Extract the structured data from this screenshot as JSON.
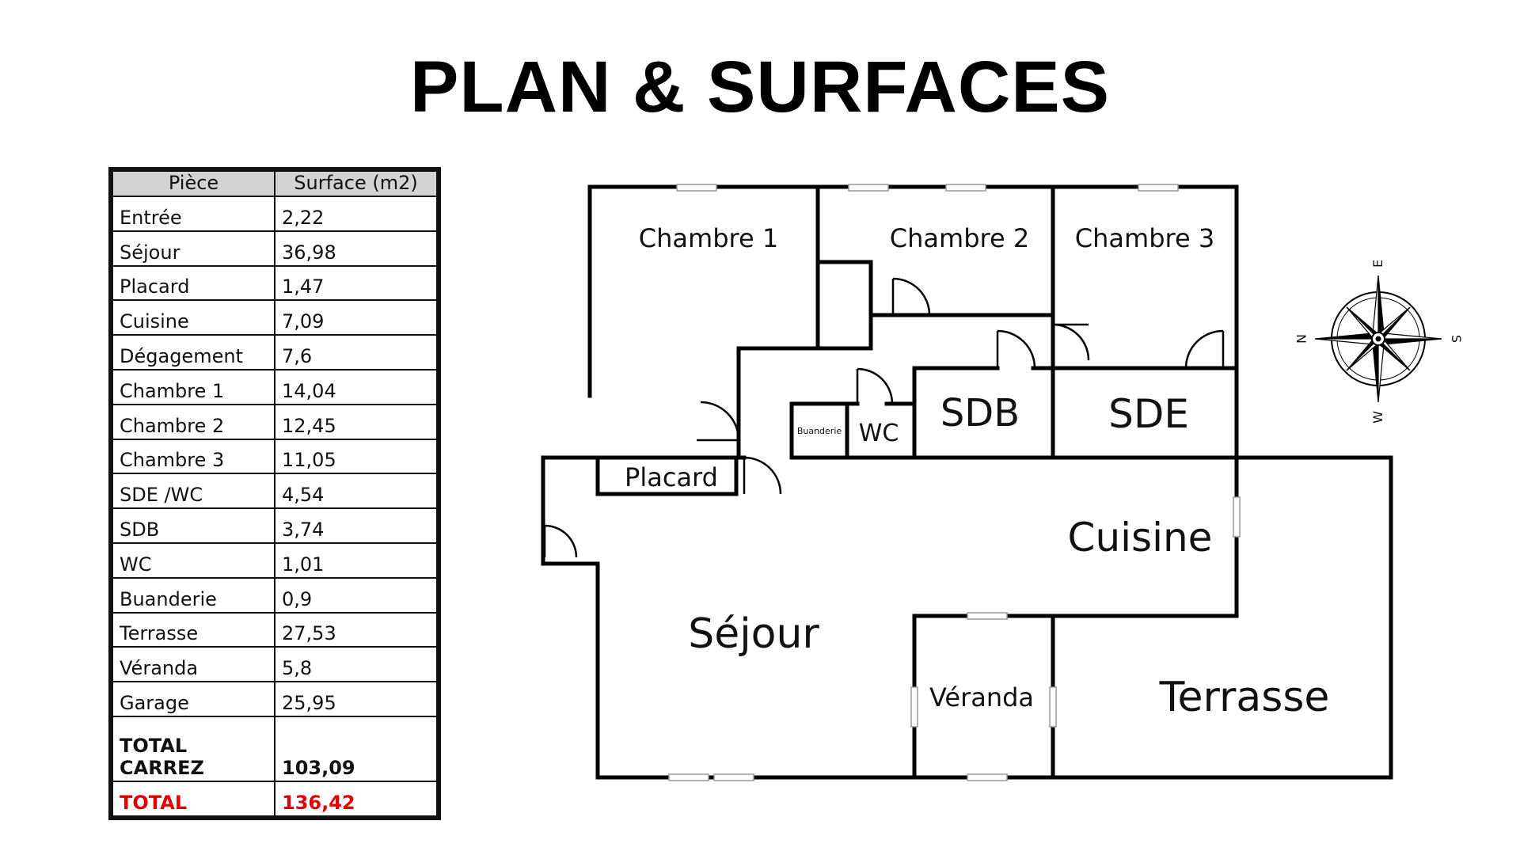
{
  "title": "PLAN & SURFACES",
  "table": {
    "headers": [
      "Pièce",
      "Surface (m2)"
    ],
    "rows": [
      {
        "room": "Entrée",
        "area": "2,22"
      },
      {
        "room": "Séjour",
        "area": "36,98"
      },
      {
        "room": "Placard",
        "area": "1,47"
      },
      {
        "room": "Cuisine",
        "area": "7,09"
      },
      {
        "room": "Dégagement",
        "area": "7,6"
      },
      {
        "room": "Chambre 1",
        "area": "14,04"
      },
      {
        "room": "Chambre 2",
        "area": "12,45"
      },
      {
        "room": "Chambre 3",
        "area": "11,05"
      },
      {
        "room": "SDE /WC",
        "area": "4,54"
      },
      {
        "room": "SDB",
        "area": "3,74"
      },
      {
        "room": "WC",
        "area": "1,01"
      },
      {
        "room": "Buanderie",
        "area": "0,9"
      },
      {
        "room": "Terrasse",
        "area": "27,53"
      },
      {
        "room": "Véranda",
        "area": "5,8"
      },
      {
        "room": "Garage",
        "area": "25,95"
      }
    ],
    "total_carrez": {
      "label": "TOTAL CARREZ",
      "value": "103,09"
    },
    "total": {
      "label": "TOTAL",
      "value": "136,42"
    },
    "total_color": "#e00000"
  },
  "plan_labels": {
    "chambre1": "Chambre 1",
    "chambre2": "Chambre 2",
    "chambre3": "Chambre 3",
    "sdb": "SDB",
    "sde": "SDE",
    "wc": "WC",
    "buanderie": "Buanderie",
    "placard": "Placard",
    "cuisine": "Cuisine",
    "sejour": "Séjour",
    "veranda": "Véranda",
    "terrasse": "Terrasse"
  },
  "compass": {
    "icon": "compass-rose-icon",
    "north": "N",
    "east": "E",
    "south": "S",
    "west": "W"
  }
}
